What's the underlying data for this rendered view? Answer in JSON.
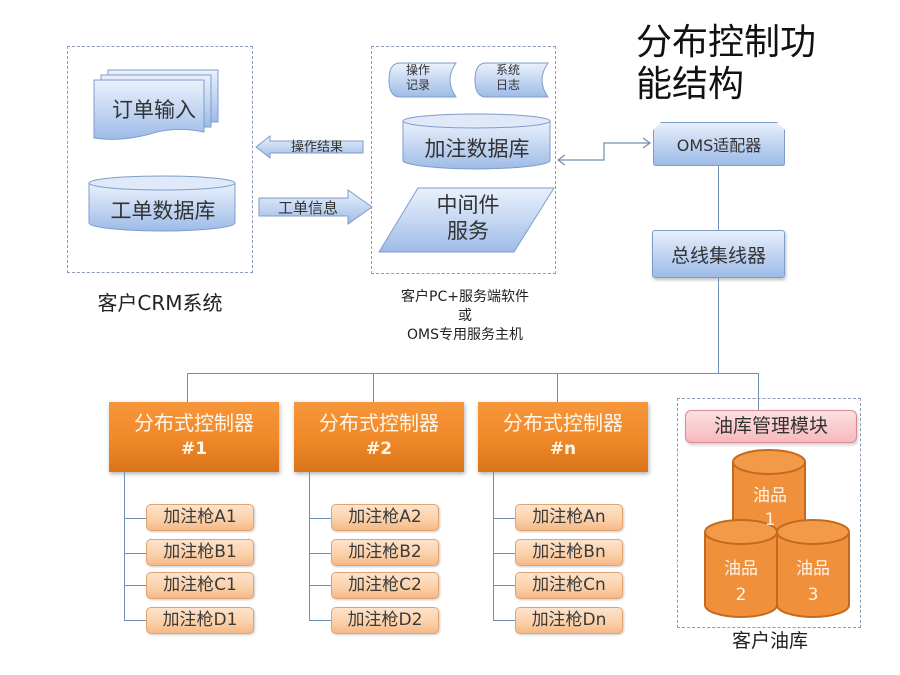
{
  "title": "分布控制功能结构",
  "title_lines": [
    "分布控制功",
    "能结构"
  ],
  "crm": {
    "caption": "客户CRM系统",
    "order_input": "订单输入",
    "work_order_db": "工单数据库"
  },
  "arrows": {
    "op_result": "操作结果",
    "work_order_info": "工单信息"
  },
  "server": {
    "op_log": [
      "操作",
      "记录"
    ],
    "sys_log": [
      "系统",
      "日志"
    ],
    "fuel_db": "加注数据库",
    "middleware": [
      "中间件",
      "服务"
    ],
    "caption": [
      "客户PC+服务端软件",
      "或",
      "OMS专用服务主机"
    ]
  },
  "oms_adapter": "OMS适配器",
  "bus_hub": "总线集线器",
  "controllers": [
    {
      "label": "分布式控制器",
      "num": "#1",
      "guns": [
        "加注枪A1",
        "加注枪B1",
        "加注枪C1",
        "加注枪D1"
      ]
    },
    {
      "label": "分布式控制器",
      "num": "#2",
      "guns": [
        "加注枪A2",
        "加注枪B2",
        "加注枪C2",
        "加注枪D2"
      ]
    },
    {
      "label": "分布式控制器",
      "num": "#n",
      "guns": [
        "加注枪An",
        "加注枪Bn",
        "加注枪Cn",
        "加注枪Dn"
      ]
    }
  ],
  "depot": {
    "module": "油库管理模块",
    "caption": "客户油库",
    "tanks": [
      {
        "name": "油品",
        "num": "1"
      },
      {
        "name": "油品",
        "num": "2"
      },
      {
        "name": "油品",
        "num": "3"
      }
    ]
  },
  "colors": {
    "blue_fill": "#c5d7f2",
    "orange": "#f08a2a",
    "connector": "#6f8fb3",
    "pink_module": "#f7b9bd"
  }
}
